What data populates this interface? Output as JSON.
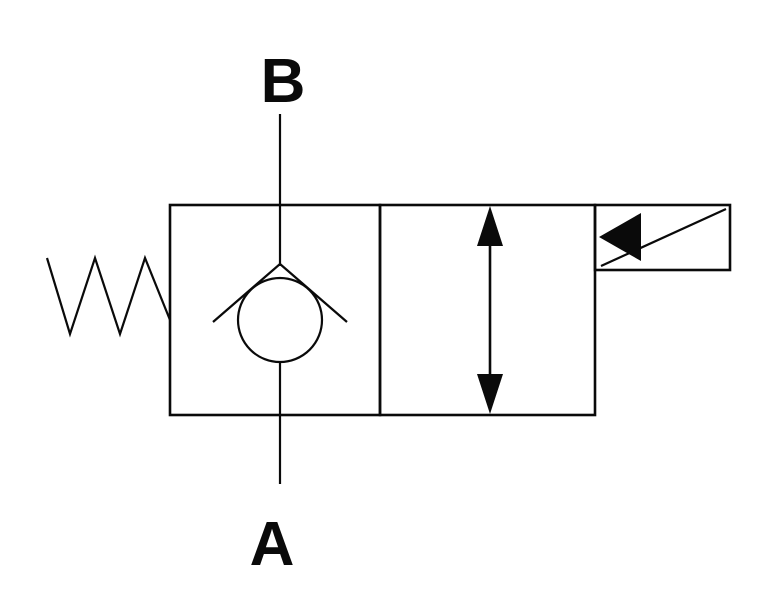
{
  "diagram": {
    "kind": "hydraulic-valve-schematic",
    "port_labels": {
      "top": "B",
      "bottom": "A"
    },
    "colors": {
      "line": "#0a0a0a",
      "background": "#ffffff"
    },
    "icons": {
      "spring": "spring-return-icon",
      "poppet": "check-valve-poppet-icon",
      "seat": "check-valve-seat-icon",
      "flow_arrow": "bidirectional-flow-arrow-icon",
      "solenoid": "solenoid-actuator-icon"
    }
  }
}
